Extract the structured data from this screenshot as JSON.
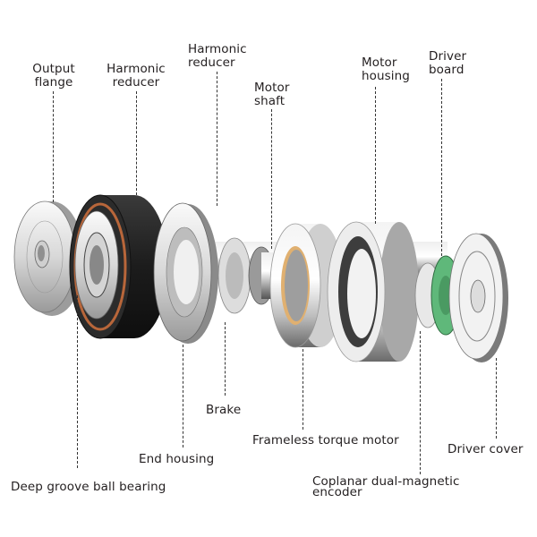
{
  "diagram": {
    "title": "Robot joint actuator exploded view",
    "top_labels": [
      {
        "id": "output-flange",
        "text": "Output\nflange"
      },
      {
        "id": "harmonic-reducer-1",
        "text": "Harmonic\nreducer"
      },
      {
        "id": "harmonic-reducer-2",
        "text": "Harmonic\nreducer"
      },
      {
        "id": "motor-shaft",
        "text": "Motor\nshaft"
      },
      {
        "id": "motor-housing",
        "text": "Motor\nhousing"
      },
      {
        "id": "driver-board",
        "text": "Driver\nboard"
      }
    ],
    "bottom_labels": [
      {
        "id": "brake",
        "text": "Brake"
      },
      {
        "id": "frameless-torque-motor",
        "text": "Frameless torque motor"
      },
      {
        "id": "driver-cover",
        "text": "Driver cover"
      },
      {
        "id": "end-housing",
        "text": "End housing"
      },
      {
        "id": "deep-groove-ball-bearing",
        "text": "Deep groove ball bearing"
      },
      {
        "id": "coplanar-encoder",
        "text": "Coplanar dual-magnetic\nencoder"
      }
    ],
    "colors": {
      "text": "#231f20",
      "metal_light": "#e6e6e6",
      "metal_dark": "#2a2a2a",
      "copper": "#b8663a",
      "pcb_green": "#5fb87a",
      "brass": "#e0b070"
    }
  }
}
